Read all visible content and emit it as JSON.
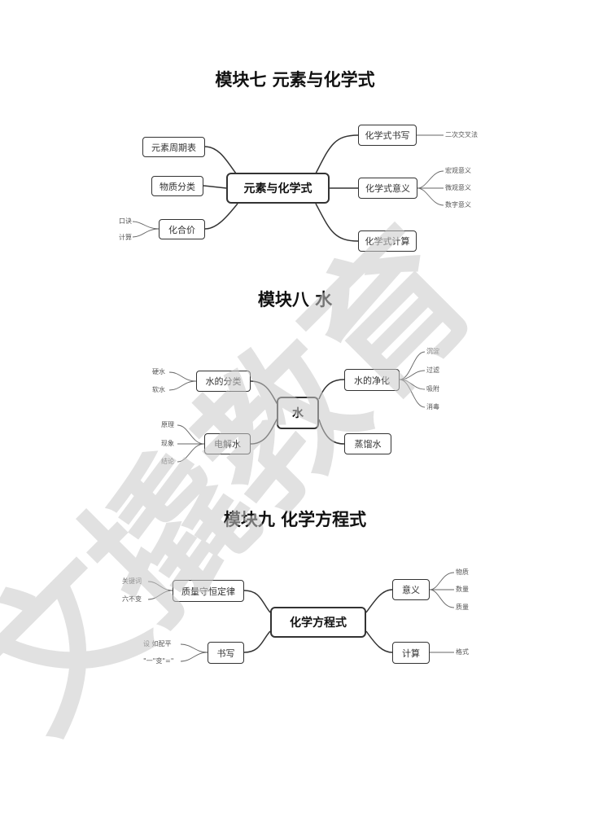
{
  "module7": {
    "title": "模块七  元素与化学式",
    "center": "元素与化学式",
    "left": [
      "元素周期表",
      "物质分类",
      "化合价"
    ],
    "valence_leaves": [
      "口诀",
      "计算"
    ],
    "right": [
      "化学式书写",
      "化学式意义",
      "化学式计算"
    ],
    "writing_leaves": [
      "二次交叉法"
    ],
    "meaning_leaves": [
      "宏观意义",
      "微观意义",
      "数字意义"
    ]
  },
  "module8": {
    "title": "模块八  水",
    "center": "水",
    "left": [
      "水的分类",
      "电解水"
    ],
    "class_leaves": [
      "硬水",
      "软水"
    ],
    "electrolysis_leaves": [
      "原理",
      "现象",
      "结论"
    ],
    "right": [
      "水的净化",
      "蒸馏水"
    ],
    "purify_leaves": [
      "沉淀",
      "过滤",
      "吸附",
      "消毒"
    ]
  },
  "module9": {
    "title": "模块九  化学方程式",
    "center": "化学方程式",
    "left": [
      "质量守恒定律",
      "书写"
    ],
    "conservation_leaves": [
      "关键词",
      "六不变"
    ],
    "writing_leaves": [
      "设  如配平",
      "\"一\"变\"=\""
    ],
    "right": [
      "意义",
      "计算"
    ],
    "meaning_leaves": [
      "物质",
      "数量",
      "质量"
    ],
    "calc_leaves": [
      "格式"
    ]
  },
  "watermark": "文撬教育"
}
